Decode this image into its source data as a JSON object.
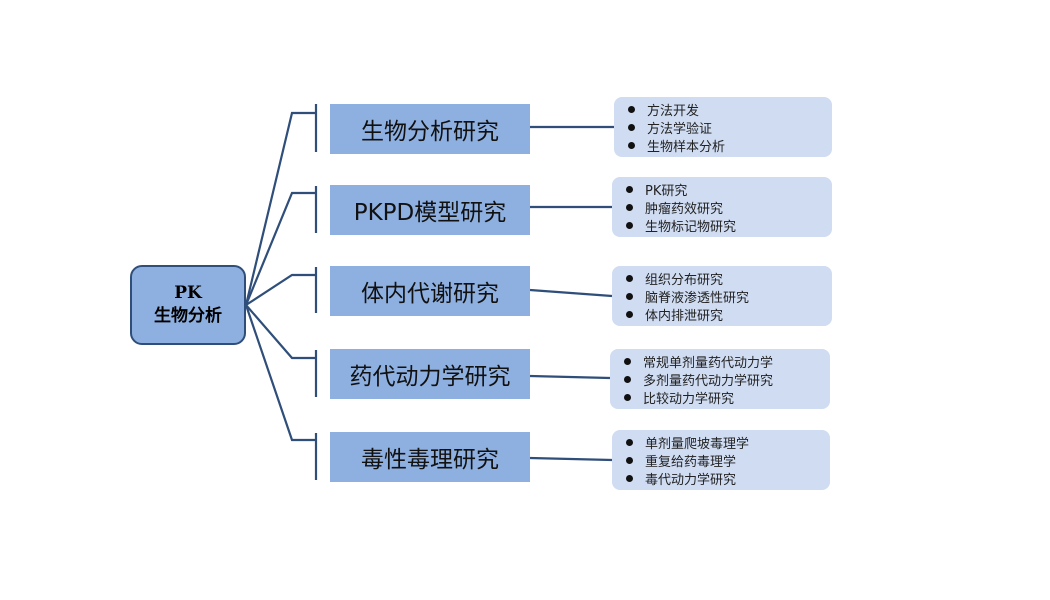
{
  "root": {
    "line1": "PK",
    "line2": "生物分析"
  },
  "branches": [
    {
      "topic": "生物分析研究",
      "items": [
        "方法开发",
        "方法学验证",
        "生物样本分析"
      ]
    },
    {
      "topic": "PKPD模型研究",
      "items": [
        "PK研究",
        "肿瘤药效研究",
        "生物标记物研究"
      ]
    },
    {
      "topic": "体内代谢研究",
      "items": [
        "组织分布研究",
        "脑脊液渗透性研究",
        "体内排泄研究"
      ]
    },
    {
      "topic": "药代动力学研究",
      "items": [
        "常规单剂量药代动力学",
        "多剂量药代动力学研究",
        "比较动力学研究"
      ]
    },
    {
      "topic": "毒性毒理研究",
      "items": [
        "单剂量爬坡毒理学",
        "重复给药毒理学",
        "毒代动力学研究"
      ]
    }
  ],
  "colors": {
    "box": "#8eb0e0",
    "detail": "#cfdcf2",
    "line": "#2f4e7a"
  }
}
